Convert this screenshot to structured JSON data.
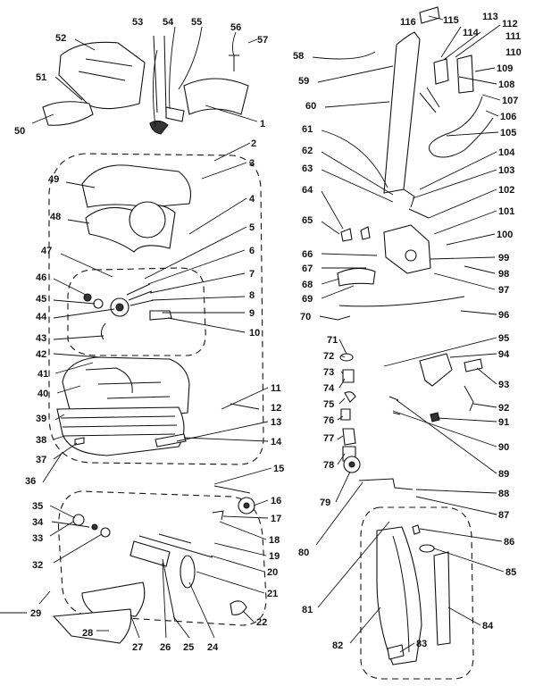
{
  "parts": [
    {
      "id": "1",
      "t": "1"
    },
    {
      "id": "2",
      "t": "2"
    },
    {
      "id": "3",
      "t": "3"
    },
    {
      "id": "4",
      "t": "4"
    },
    {
      "id": "5",
      "t": "5"
    },
    {
      "id": "6",
      "t": "6"
    },
    {
      "id": "7",
      "t": "7"
    },
    {
      "id": "8",
      "t": "8"
    },
    {
      "id": "9",
      "t": "9"
    },
    {
      "id": "10",
      "t": "10"
    },
    {
      "id": "11",
      "t": "11"
    },
    {
      "id": "12",
      "t": "12"
    },
    {
      "id": "13",
      "t": "13"
    },
    {
      "id": "14",
      "t": "14"
    },
    {
      "id": "15",
      "t": "15"
    },
    {
      "id": "16",
      "t": "16"
    },
    {
      "id": "17",
      "t": "17"
    },
    {
      "id": "18",
      "t": "18"
    },
    {
      "id": "19",
      "t": "19"
    },
    {
      "id": "20",
      "t": "20"
    },
    {
      "id": "21",
      "t": "21"
    },
    {
      "id": "22",
      "t": "22"
    },
    {
      "id": "24",
      "t": "24"
    },
    {
      "id": "25",
      "t": "25"
    },
    {
      "id": "26",
      "t": "26"
    },
    {
      "id": "27",
      "t": "27"
    },
    {
      "id": "28",
      "t": "28"
    },
    {
      "id": "29",
      "t": "29"
    },
    {
      "id": "32",
      "t": "32"
    },
    {
      "id": "33",
      "t": "33"
    },
    {
      "id": "34",
      "t": "34"
    },
    {
      "id": "35",
      "t": "35"
    },
    {
      "id": "36",
      "t": "36"
    },
    {
      "id": "37",
      "t": "37"
    },
    {
      "id": "38",
      "t": "38"
    },
    {
      "id": "39",
      "t": "39"
    },
    {
      "id": "40",
      "t": "40"
    },
    {
      "id": "41",
      "t": "41"
    },
    {
      "id": "42",
      "t": "42"
    },
    {
      "id": "43",
      "t": "43"
    },
    {
      "id": "44",
      "t": "44"
    },
    {
      "id": "45",
      "t": "45"
    },
    {
      "id": "46",
      "t": "46"
    },
    {
      "id": "47",
      "t": "47"
    },
    {
      "id": "48",
      "t": "48"
    },
    {
      "id": "49",
      "t": "49"
    },
    {
      "id": "50",
      "t": "50"
    },
    {
      "id": "51",
      "t": "51"
    },
    {
      "id": "52",
      "t": "52"
    },
    {
      "id": "53",
      "t": "53"
    },
    {
      "id": "54",
      "t": "54"
    },
    {
      "id": "55",
      "t": "55"
    },
    {
      "id": "56",
      "t": "56"
    },
    {
      "id": "57",
      "t": "57"
    },
    {
      "id": "58",
      "t": "58"
    },
    {
      "id": "59",
      "t": "59"
    },
    {
      "id": "60",
      "t": "60"
    },
    {
      "id": "61",
      "t": "61"
    },
    {
      "id": "62",
      "t": "62"
    },
    {
      "id": "63",
      "t": "63"
    },
    {
      "id": "64",
      "t": "64"
    },
    {
      "id": "65",
      "t": "65"
    },
    {
      "id": "66",
      "t": "66"
    },
    {
      "id": "67",
      "t": "67"
    },
    {
      "id": "68",
      "t": "68"
    },
    {
      "id": "69",
      "t": "69"
    },
    {
      "id": "70",
      "t": "70"
    },
    {
      "id": "71",
      "t": "71"
    },
    {
      "id": "72",
      "t": "72"
    },
    {
      "id": "73",
      "t": "73"
    },
    {
      "id": "74",
      "t": "74"
    },
    {
      "id": "75",
      "t": "75"
    },
    {
      "id": "76",
      "t": "76"
    },
    {
      "id": "77",
      "t": "77"
    },
    {
      "id": "78",
      "t": "78"
    },
    {
      "id": "79",
      "t": "79"
    },
    {
      "id": "80",
      "t": "80"
    },
    {
      "id": "81",
      "t": "81"
    },
    {
      "id": "82",
      "t": "82"
    },
    {
      "id": "83",
      "t": "83"
    },
    {
      "id": "84",
      "t": "84"
    },
    {
      "id": "85",
      "t": "85"
    },
    {
      "id": "86",
      "t": "86"
    },
    {
      "id": "87",
      "t": "87"
    },
    {
      "id": "88",
      "t": "88"
    },
    {
      "id": "89",
      "t": "89"
    },
    {
      "id": "90",
      "t": "90"
    },
    {
      "id": "91",
      "t": "91"
    },
    {
      "id": "92",
      "t": "92"
    },
    {
      "id": "93",
      "t": "93"
    },
    {
      "id": "94",
      "t": "94"
    },
    {
      "id": "95",
      "t": "95"
    },
    {
      "id": "96",
      "t": "96"
    },
    {
      "id": "97",
      "t": "97"
    },
    {
      "id": "98",
      "t": "98"
    },
    {
      "id": "99",
      "t": "99"
    },
    {
      "id": "100",
      "t": "100"
    },
    {
      "id": "101",
      "t": "101"
    },
    {
      "id": "102",
      "t": "102"
    },
    {
      "id": "103",
      "t": "103"
    },
    {
      "id": "104",
      "t": "104"
    },
    {
      "id": "105",
      "t": "105"
    },
    {
      "id": "106",
      "t": "106"
    },
    {
      "id": "107",
      "t": "107"
    },
    {
      "id": "108",
      "t": "108"
    },
    {
      "id": "109",
      "t": "109"
    },
    {
      "id": "110",
      "t": "110"
    },
    {
      "id": "111",
      "t": "111"
    },
    {
      "id": "112",
      "t": "112"
    },
    {
      "id": "113",
      "t": "113"
    },
    {
      "id": "114",
      "t": "114"
    },
    {
      "id": "115",
      "t": "115"
    },
    {
      "id": "116",
      "t": "116"
    }
  ]
}
